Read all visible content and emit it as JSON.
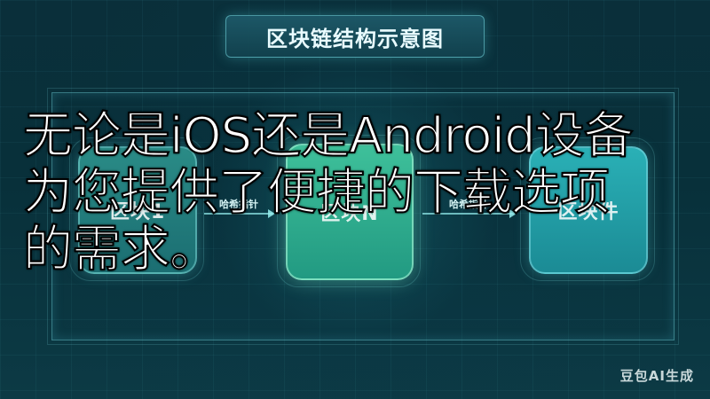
{
  "diagram": {
    "title": "区块链结构示意图",
    "blocks": [
      {
        "label": "区块1"
      },
      {
        "label": "区块N"
      },
      {
        "label": "区块件"
      }
    ],
    "connectors": [
      {
        "label": "哈希指针"
      },
      {
        "label": "哈希指针"
      }
    ]
  },
  "overlay_text": {
    "line1": "无论是iOS还是Android设备",
    "line2": "为您提供了便捷的下载选项",
    "line3": "的需求。"
  },
  "watermark": "豆包AI生成",
  "colors": {
    "background": "#0a2f3a",
    "accent": "#3ec09a",
    "block": "#2a8b86"
  }
}
